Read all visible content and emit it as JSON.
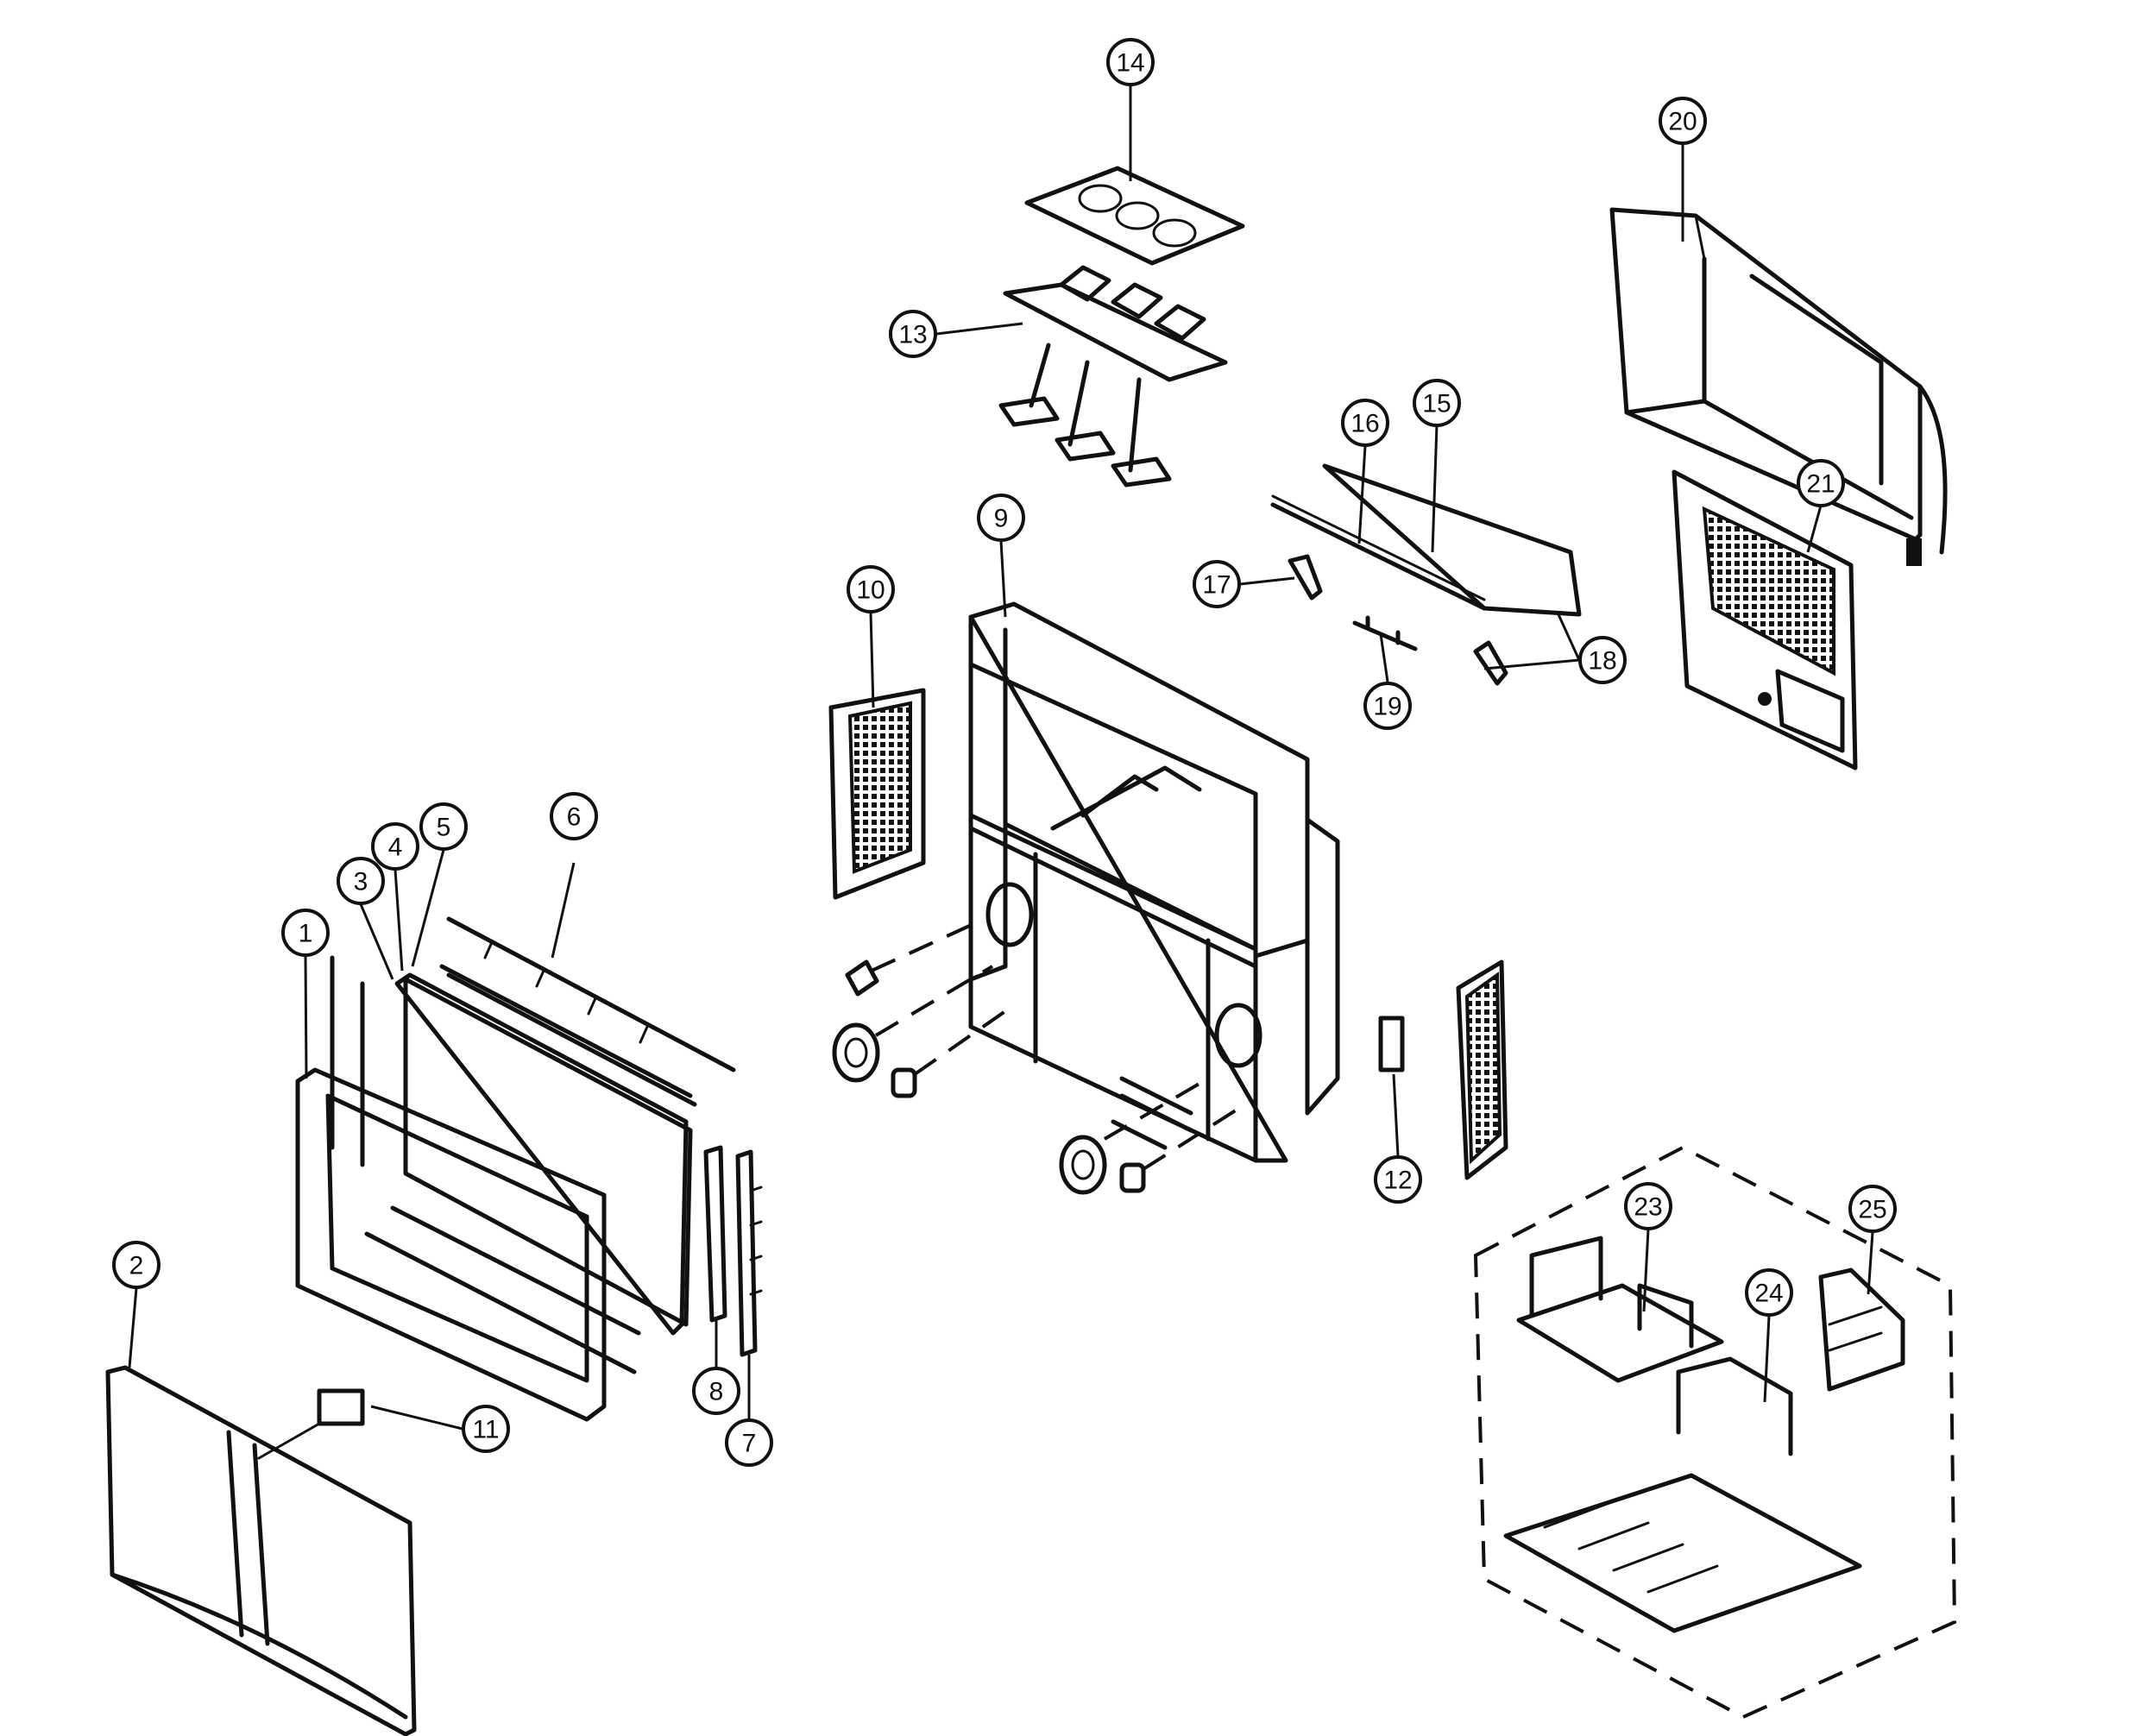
{
  "callouts": [
    {
      "id": "1",
      "label": "1"
    },
    {
      "id": "2",
      "label": "2"
    },
    {
      "id": "3",
      "label": "3"
    },
    {
      "id": "4",
      "label": "4"
    },
    {
      "id": "5",
      "label": "5"
    },
    {
      "id": "6",
      "label": "6"
    },
    {
      "id": "7",
      "label": "7"
    },
    {
      "id": "8",
      "label": "8"
    },
    {
      "id": "9",
      "label": "9"
    },
    {
      "id": "10",
      "label": "10"
    },
    {
      "id": "11",
      "label": "11"
    },
    {
      "id": "12",
      "label": "12"
    },
    {
      "id": "13",
      "label": "13"
    },
    {
      "id": "14",
      "label": "14"
    },
    {
      "id": "15",
      "label": "15"
    },
    {
      "id": "16",
      "label": "16"
    },
    {
      "id": "17",
      "label": "17"
    },
    {
      "id": "18",
      "label": "18"
    },
    {
      "id": "19",
      "label": "19"
    },
    {
      "id": "20",
      "label": "20"
    },
    {
      "id": "21",
      "label": "21"
    },
    {
      "id": "23",
      "label": "23"
    },
    {
      "id": "24",
      "label": "24"
    },
    {
      "id": "25",
      "label": "25"
    }
  ],
  "style": {
    "ink": "#111111",
    "background": "#ffffff"
  }
}
